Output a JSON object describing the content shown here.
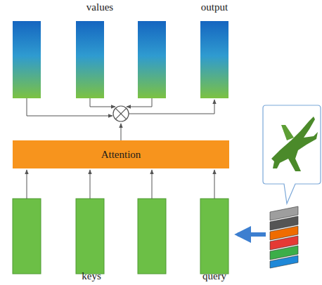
{
  "diagram": {
    "nodes": [
      {
        "text": [
          "Attention"
        ]
      }
    ],
    "labels": [
      "values",
      "output",
      "keys",
      "query"
    ]
  }
}
